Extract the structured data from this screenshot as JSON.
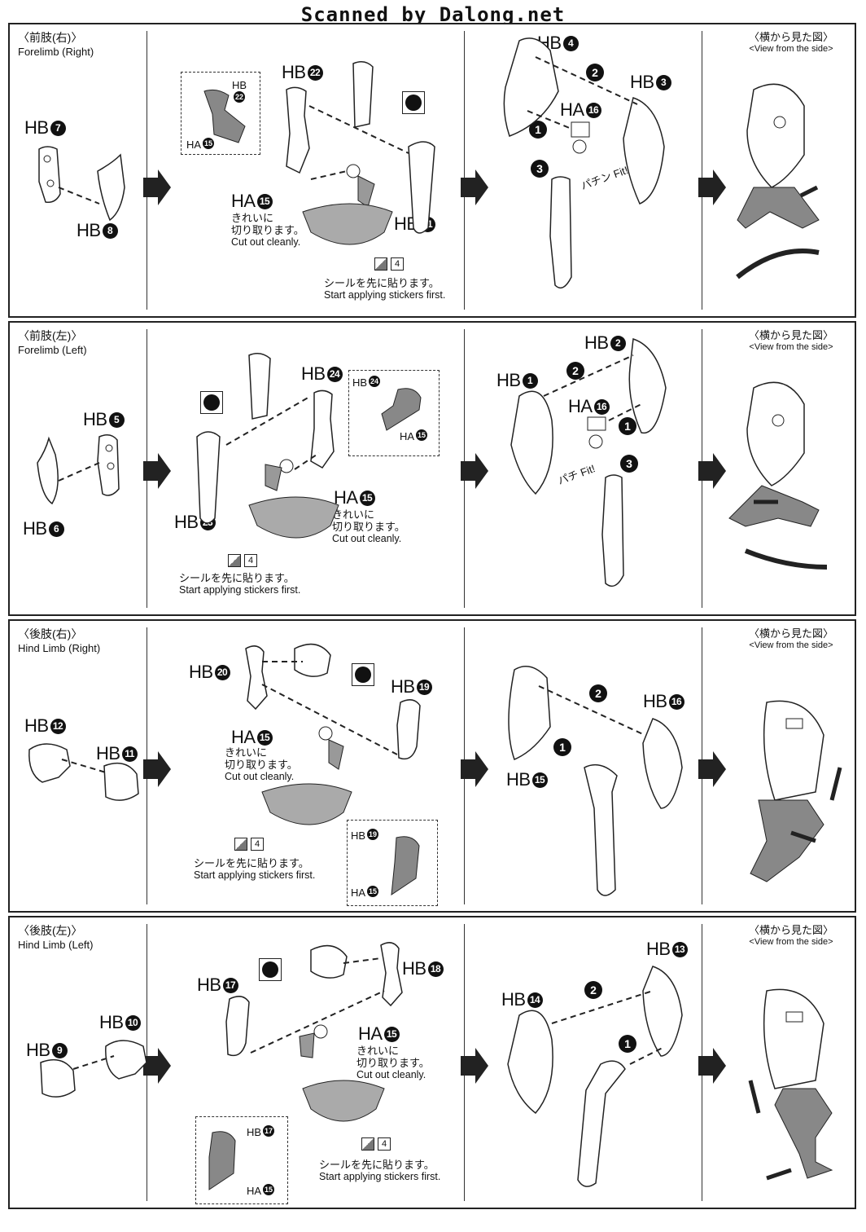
{
  "header": "Scanned by Dalong.net",
  "rows": [
    {
      "title_jp": "〈前肢(右)〉",
      "title_en": "Forelimb (Right)",
      "side_jp": "〈横から見た図〉",
      "side_en": "<View from the side>",
      "labels": {
        "a": "HB",
        "a_n": "7",
        "b": "HB",
        "b_n": "8",
        "c": "HB",
        "c_n": "22",
        "d": "HB",
        "d_n": "21",
        "e": "HA",
        "e_n": "15",
        "f": "HB",
        "f_n": "4",
        "g": "HB",
        "g_n": "3",
        "h": "HA",
        "h_n": "16"
      },
      "inset": {
        "top": "HB",
        "top_n": "22",
        "bot": "HA",
        "bot_n": "15"
      },
      "cut_jp1": "きれいに",
      "cut_jp2": "切り取ります。",
      "cut_en": "Cut out cleanly.",
      "sticker_jp": "シールを先に貼ります。",
      "sticker_en": "Start applying stickers first.",
      "sticker_num": "4",
      "snap": "パチン Fit!"
    },
    {
      "title_jp": "〈前肢(左)〉",
      "title_en": "Forelimb (Left)",
      "side_jp": "〈横から見た図〉",
      "side_en": "<View from the side>",
      "labels": {
        "a": "HB",
        "a_n": "5",
        "b": "HB",
        "b_n": "6",
        "c": "HB",
        "c_n": "24",
        "d": "HB",
        "d_n": "23",
        "e": "HA",
        "e_n": "15",
        "f": "HB",
        "f_n": "2",
        "g": "HB",
        "g_n": "1",
        "h": "HA",
        "h_n": "16"
      },
      "inset": {
        "top": "HB",
        "top_n": "24",
        "bot": "HA",
        "bot_n": "15"
      },
      "cut_jp1": "きれいに",
      "cut_jp2": "切り取ります。",
      "cut_en": "Cut out cleanly.",
      "sticker_jp": "シールを先に貼ります。",
      "sticker_en": "Start applying stickers first.",
      "sticker_num": "4",
      "snap": "パチ Fit!"
    },
    {
      "title_jp": "〈後肢(右)〉",
      "title_en": "Hind Limb (Right)",
      "side_jp": "〈横から見た図〉",
      "side_en": "<View from the side>",
      "labels": {
        "a": "HB",
        "a_n": "12",
        "b": "HB",
        "b_n": "11",
        "c": "HB",
        "c_n": "20",
        "d": "HB",
        "d_n": "19",
        "e": "HA",
        "e_n": "15",
        "f": "HB",
        "f_n": "16",
        "g": "HB",
        "g_n": "15"
      },
      "inset": {
        "top": "HB",
        "top_n": "19",
        "bot": "HA",
        "bot_n": "15"
      },
      "cut_jp1": "きれいに",
      "cut_jp2": "切り取ります。",
      "cut_en": "Cut out cleanly.",
      "sticker_jp": "シールを先に貼ります。",
      "sticker_en": "Start applying stickers first.",
      "sticker_num": "4"
    },
    {
      "title_jp": "〈後肢(左)〉",
      "title_en": "Hind Limb (Left)",
      "side_jp": "〈横から見た図〉",
      "side_en": "<View from the side>",
      "labels": {
        "a": "HB",
        "a_n": "9",
        "b": "HB",
        "b_n": "10",
        "c": "HB",
        "c_n": "17",
        "d": "HB",
        "d_n": "18",
        "e": "HA",
        "e_n": "15",
        "f": "HB",
        "f_n": "13",
        "g": "HB",
        "g_n": "14"
      },
      "inset": {
        "top": "HB",
        "top_n": "17",
        "bot": "HA",
        "bot_n": "15"
      },
      "cut_jp1": "きれいに",
      "cut_jp2": "切り取ります。",
      "cut_en": "Cut out cleanly.",
      "sticker_jp": "シールを先に貼ります。",
      "sticker_en": "Start applying stickers first.",
      "sticker_num": "4"
    }
  ],
  "steps": [
    "1",
    "2",
    "3"
  ],
  "icons": [
    "arrow-right-icon",
    "black-circle-icon",
    "sticker-icon"
  ]
}
